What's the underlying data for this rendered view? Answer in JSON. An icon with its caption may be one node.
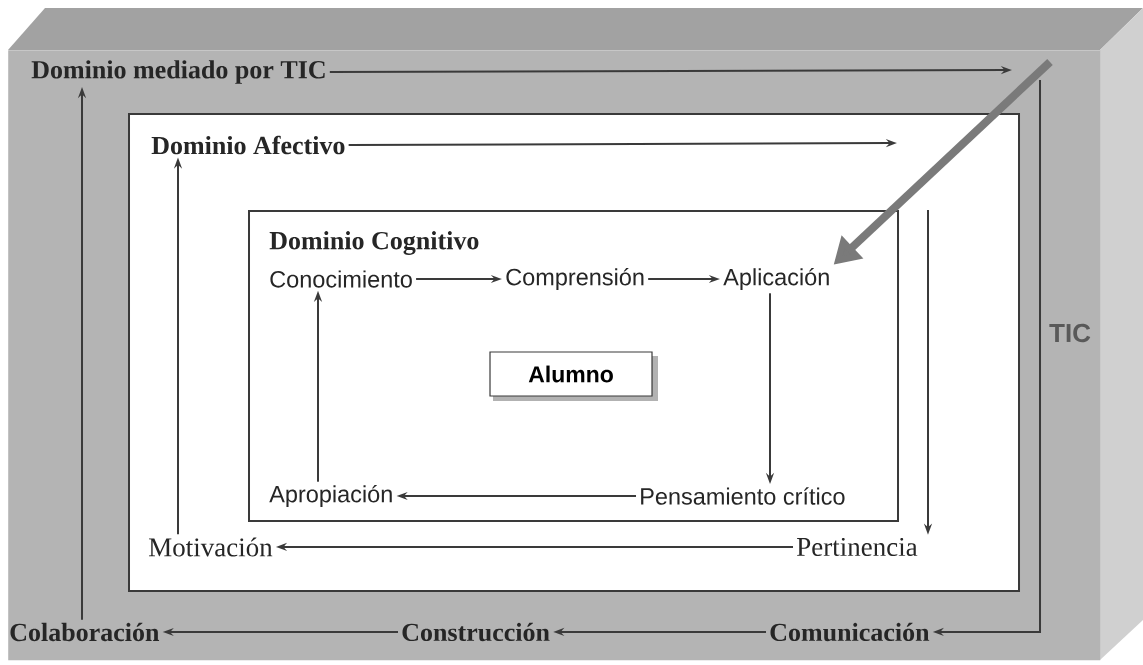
{
  "diagram": {
    "nodes": [
      {
        "text": [],
        "shape": "box"
      },
      {
        "text": [
          "Dominio mediado por TIC"
        ],
        "in": 0
      },
      {
        "text": [],
        "shape": "box",
        "in": 0
      },
      {
        "text": [
          "Dominio Afectivo"
        ],
        "in": 2
      },
      {
        "text": [],
        "shape": "box",
        "in": 2
      },
      {
        "text": [
          "Dominio Cognitivo"
        ],
        "in": 4
      },
      {
        "text": [
          "Conocimiento"
        ],
        "in": 4
      },
      {
        "text": [
          "Comprensión"
        ],
        "in": 4
      },
      {
        "text": [
          "Aplicación"
        ],
        "in": 4
      },
      {
        "text": [
          "Alumno"
        ],
        "in": 4
      },
      {
        "text": [
          "Apropiación"
        ],
        "in": 4
      },
      {
        "text": [
          "Pensamiento crítico"
        ],
        "in": 4
      },
      {
        "text": [
          "Pertinencia"
        ],
        "in": 2
      },
      {
        "text": [
          "Motivación"
        ],
        "in": 2
      },
      {
        "text": [
          "Comunicación"
        ],
        "in": 0
      },
      {
        "text": [
          "Construcción"
        ],
        "in": 0
      },
      {
        "text": [
          "Colaboración"
        ],
        "in": 0
      }
    ],
    "edges": [
      {
        "from": 1,
        "to": null,
        "arrow": "to"
      },
      {
        "from": null,
        "to": 8,
        "arrow": "to",
        "style": "thick",
        "color": "#7a7a7a"
      },
      {
        "from": null,
        "to": 14,
        "arrow": "to"
      },
      {
        "from": 14,
        "to": 15,
        "arrow": "to"
      },
      {
        "from": 15,
        "to": 16,
        "arrow": "to"
      },
      {
        "from": 16,
        "to": 1,
        "arrow": "to"
      },
      {
        "from": 3,
        "to": null,
        "arrow": "to"
      },
      {
        "from": null,
        "to": 12,
        "arrow": "to"
      },
      {
        "from": 12,
        "to": 13,
        "arrow": "to"
      },
      {
        "from": 13,
        "to": 3,
        "arrow": "to"
      },
      {
        "from": 6,
        "to": 7,
        "arrow": "to"
      },
      {
        "from": 7,
        "to": 8,
        "arrow": "to"
      },
      {
        "from": 8,
        "to": 11,
        "arrow": "to"
      },
      {
        "from": 11,
        "to": 10,
        "arrow": "to"
      },
      {
        "from": 10,
        "to": 6,
        "arrow": "to"
      }
    ],
    "labels": [
      "TIC"
    ]
  }
}
